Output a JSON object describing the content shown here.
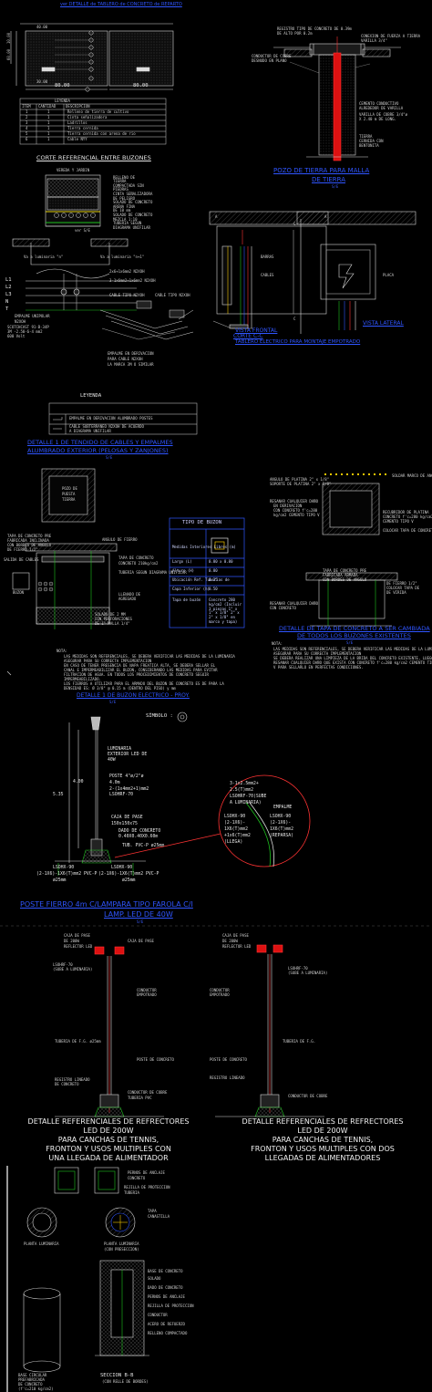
{
  "drawing": {
    "top_link": "ver DETALLE de TABLERO de CONCRETO de REPARTO",
    "pit": {
      "dim_top": "40.00",
      "dim_side_1": "60.00",
      "dim_side_2": "10.00",
      "dim_bottom_1": "30.00",
      "dim_bottom_2": "80.00",
      "dim_bottom_3": "80.00"
    },
    "legend_table": {
      "header": "LEYENDA",
      "columns": [
        "ITEM",
        "CANTIDAD",
        "DESCRIPCION"
      ],
      "rows": [
        [
          "1",
          "1",
          "Relleno de tierra de cultivo"
        ],
        [
          "2",
          "1",
          "Cinta señalizadora"
        ],
        [
          "3",
          "1",
          "Ladrillos"
        ],
        [
          "4",
          "1",
          "Tierra cernida"
        ],
        [
          "5",
          "1",
          "Tierra cernida con arena de rio"
        ],
        [
          "6",
          "1",
          "Cable NYY"
        ]
      ]
    },
    "ground_well": {
      "labels": [
        "REGISTRO TIPO DE CONCRETO DE 0.39m",
        "DE ALTO POR 0.2m",
        "CONDUCTOR DE COBRE",
        "DESNUDO EN PLANO",
        "CONEXION DE FUERZA A TIERRA",
        "VARILLA 3/4\"",
        "CEMENTO CONDUCTIVO",
        "ALREDEDOR DE VARILLA",
        "VARILLA DE COBRE 3/4\"ø",
        "X 2.40 m DE LONG.",
        "TIERRA",
        "CERNIDA CON",
        "BENTONITA"
      ],
      "title_1": "POZO DE TIERRA PARA MALLA",
      "title_2": "DE TIERRA",
      "scale": "S/E"
    },
    "corte_buzones": {
      "title": "CORTE REFERENCIAL ENTRE BUZONES",
      "labels": [
        "VEREDA Y JARDIN",
        "RELLENO DE",
        "TIERRA",
        "COMPACTADA SIN",
        "PIEDRAS",
        "CINTA SEÑALIZADORA",
        "DE PELIGRO",
        "SOLADO DE CONCRETO",
        "ARENA FINA",
        "DE 10 mm",
        "SOLADO DE CONCRETO",
        "MEZCLA 1:10",
        "TUBERIA SEGUN",
        "DIAGRAMA UNIFILAR",
        "ver S/E"
      ]
    },
    "wiring": {
      "labels": [
        "Va a luminaria \"n\"",
        "Va a luminaria \"n+1\"",
        "2x6+1x6mm2 N2XOH",
        "3-1x6mm2+1x6mm2 N2XOH",
        "L1",
        "L2",
        "L3",
        "N",
        "T",
        "EMPALME UNIPOLAR",
        "N2XOH",
        "SCOTCHCAST 91-B-34P",
        "3M -2.50-6-4 mm2",
        "600 Volt",
        "CABLE TIPO N2XOH",
        "CABLE TIPO N2XOH",
        "EMPALME EN DERIVACION",
        "PARA CABLE N2XOH",
        "LA MARCA 3M O SIMILAR"
      ]
    },
    "tablero": {
      "labels": [
        "A",
        "A",
        "C",
        "C",
        "BARRAS",
        "CABLES",
        "PLACA"
      ],
      "title_front": "VISTA FRONTAL",
      "title_front_2": "CORTE C-C",
      "title_side": "VISTA LATERAL",
      "caption": "TABLERO ELECTRICO PARA MONTAJE EMPOTRADO"
    },
    "leyenda_small": {
      "title": "LEYENDA",
      "items": [
        "EMPALME EN DERIVACION ALUMBRADO POSTES",
        "CABLE SUBTERRANEO N2XOH DE ACUERDO",
        "A DIAGRAMA UNIFILAR"
      ]
    },
    "detail_cables_title_1": "DETALLE 1 DE TENDIDO DE CABLES Y EMPALMES",
    "detail_cables_title_2": "ALUMBRADO EXTERIOR (PELOSAS Y ZANJONES)",
    "detail_cables_scale": "S/E",
    "buzon_table": {
      "title": "TIPO DE BUZON",
      "rows": [
        [
          "Medidas Interiores Libres (m)",
          ""
        ],
        [
          "Largo (L)",
          "0.80 x 0.80"
        ],
        [
          "Alturo (H)",
          "0.80"
        ],
        [
          "Ubicación Ref. Tuberías de",
          "0.25"
        ],
        [
          "Capa Inferior (h)",
          "0.50"
        ],
        [
          "Tapa de buzón",
          "Concreto 280 kg/cm2 (Incluir 3 piezas 1\" x 1\" x 1/8\" 2\" x 2\" x 1/8\" en marco y tapa)"
        ]
      ]
    },
    "buzon_left": {
      "lid_text": [
        "POZO DE",
        "PUESTA",
        "TIERRA"
      ],
      "labels": [
        "TAPA DE CONCRETO PRE",
        "FABRICADA INCLINADA",
        "CON BORDES DE ANGULO",
        "DE FIERRO 1/2\"",
        "ANGULO DE FIERRO",
        "TAPA DE CONCRETO",
        "CONCRETO 210kg/cm2",
        "TUBERIA SEGUN DIAGRAMA UNIFILAR",
        "SALIDA DE CABLES",
        "BUZON",
        "LLENADO DE",
        "AGREGADO",
        "SOLADO DE 2 MM",
        "CON PERFORACIONES",
        "DE 1\" MALLA 1/4\""
      ],
      "notes_title": "NOTA:",
      "notes": [
        "LAS MEDIDAS SON REFERENCIALES, SE DEBERA VERIFICAR LAS MEDIDAS DE LA LUMINARIA",
        "ASEGURAR PARA SU CORRECTA IMPLEMENTACION",
        "EN CASO DE TENER PRESENCIA DE NAPA FREATICA ALTA, SE DEBERA SELLAR EL",
        "CANAL E IMPERMEABILIZAR EL BUZON, CONSIDERANDO LAS MEDIDAS PARA EVITAR",
        "FILTRACION DE AGUA. EN TODOS LOS PROCEDIMIENTOS DE CONCRETO SEGUIR",
        "IMPERMEABILIZADO.",
        "LOS FIERROS A UTILIZAR PARA EL ARMADO DEL BUZON DE CONCRETO ES DE PARA LA",
        "DENSIDAD ES: Ø 3/8\" @ 0.15 m (DENTRO DEL PISO) y mm"
      ],
      "title": "DETALLE 1 DE BUZON ELECTRICO - PROY.",
      "scale": "S/E"
    },
    "buzon_right": {
      "labels": [
        "ANGULO DE PLATINA 2\" x 1/8\"",
        "SOPORTE DE PLATINA 2\" x 1/8\"",
        "SOLDAR MARCO DE ANGULO",
        "RESANAR CUALQUIER DAÑO",
        "EN DERIVACION",
        "CON CONCRETO f'c=280",
        "kg/cm2 CEMENTO TIPO V",
        "RECUBRIDOR DE PLATINA",
        "CONCRETO f'c=280 kg/cm2",
        "CEMENTO TIPO V",
        "COLOCAR TAPA DE CONCRETO",
        "TAPA DE CONCRETO PRE",
        "FABRICADA ARMADA",
        "CON BORDES DE ANGULO",
        "DE FIERRO 1/2\"",
        "COLOCAR TAPA DE",
        "DE VIRIDA",
        "RESANAR CUALQUIER DAÑO",
        "CON CONCRETO"
      ],
      "title_1": "DETALLE DE TAPA DE CONCRETO A SER CAMBIADA",
      "title_2": "DE TODOS LOS BUZONES EXISTENTES",
      "scale": "S/E",
      "notes_title": "NOTA:",
      "notes": [
        "LAS MEDIDAS SON REFERENCIALES, SE DEBERA VERIFICAR LAS MEDIDAS DE LA LUMINARIA",
        "ASEGURAR PARA SU CORRECTA IMPLEMENTACION",
        "SE DEBERA REALIZAR UNA LIMPIEZA DE LA BRIDA DEL CONCRETO EXISTENTE, LUEGO",
        "RESANAR CUALQUIER DAÑO QUE EXISTA CON CONCRETO f'c=280 kg/cm2 CEMENTO TIPO",
        "V PARA SELLARLO EN PERFECTAS CONDICIONES."
      ]
    },
    "pole": {
      "simbolo": "SÍMBOLO :",
      "labels": [
        "LUMINARIA",
        "EXTERIOR LED DE",
        "40W",
        "POSTE 4\"ø/2\"ø",
        "4.0m",
        "2-(1x4mm2+1)mm2",
        "LSOHRF-70",
        "5.35",
        "4.00",
        "CAJA DE PASE",
        "150x150x75",
        "DADO DE CONCRETO",
        "0.40X0.40X0.60m",
        "TUB. PVC-P ø25mm",
        "LSOHX-90",
        "(2-1X6)-1X6(T)mm2 PVC-P",
        "ø25mm",
        "LSOHX-90",
        "(2-1X6)-1X6(T)mm2 PVC-P",
        "ø25mm"
      ],
      "detail_labels": [
        "3-1x2.5mm2+",
        "2.5(T)mm2",
        "LSOHRF-70(SUBE",
        "A LUMINARIA)",
        "EMPALME",
        "LSOHX-90",
        "(2-1X6)-",
        "1X6(T)mm2",
        "+1x6(T)mm2",
        "(LLEGA)",
        "LSOHX-90",
        "(2-1X6)-",
        "1X6(T)mm2",
        "(REPARSA)"
      ],
      "title_1": "POSTE FIERRO 4m C/LAMPARA TIPO FAROLA C/I",
      "title_2": "LAMP. LED DE 40W",
      "scale": "S/E"
    },
    "reflectors": {
      "left_caption_1": "DETALLE  REFERENCIALES  DE  REFRECTORES",
      "left_caption_2": "LED  DE  200W",
      "left_caption_3": "PARA  CANCHAS  DE  TENNIS,",
      "left_caption_4": "FRONTON  Y  USOS  MULTIPLES  CON",
      "left_caption_5": "UNA  LLEGADA  DE  ALIMENTADOR",
      "right_caption_1": "DETALLE  REFERENCIALES  DE  REFRECTORES",
      "right_caption_2": "LED  DE  200W",
      "right_caption_3": "PARA  CANCHAS  DE  TENNIS,",
      "right_caption_4": "FRONTON  Y  USOS  MULTIPLES  CON  DOS",
      "right_caption_5": "LLEGADAS  DE  ALIMENTADORES",
      "labels_left": [
        "CAJA DE PASE",
        "DE 200W",
        "REFLECTOR LED",
        "CAJA DE PASE",
        "LSOHRF-70",
        "(SUBE A LUMINARIA)",
        "CONDUCTOR",
        "EMPOTRADO",
        "TUBERIA DE F.G. ø25mm",
        "POSTE DE CONCRETO",
        "REGISTRO LINEADO",
        "DE CONCRETO",
        "CONDUCTOR DE COBRE",
        "TUBERIA PVC"
      ],
      "labels_right": [
        "CAJA DE PASE",
        "DE 200W",
        "REFLECTOR LED",
        "LSOHRF-70",
        "(SUBE A LUMINARIA)",
        "CONDUCTOR",
        "EMPOTRADO",
        "TUBERIA DE F.G.",
        "POSTE DE CONCRETO",
        "REGISTRO LINEADO",
        "CONDUCTOR DE COBRE"
      ]
    },
    "base": {
      "planta_1": "PLANTA LUMINARIA",
      "planta_2": "PLANTA LUMINARIA",
      "planta_2b": "(CON PRESECCION)",
      "seccion": "SECCION B-B",
      "seccion_sub": "(CON RELLE DE BORDES)",
      "labels": [
        "PERNOS DE ANCLAJE",
        "CONCRETO",
        "REJILLA DE PROTECCION",
        "TUBERIA",
        "TAPA",
        "CANASTILLA",
        "BASE DE CONCRETO",
        "SOLADO",
        "DADO DE CONCRETO",
        "PERNOS DE ANCLAJE",
        "REJILLA DE PROTECCION",
        "CONDUCTOR",
        "ACERO DE REFUERZO",
        "RELLENO COMPACTADO"
      ],
      "left_labels": [
        "BASE CIRCULAR",
        "PREFABRICADA",
        "DE CONCRETO",
        "(f'c=210 kg/cm2)"
      ]
    }
  }
}
